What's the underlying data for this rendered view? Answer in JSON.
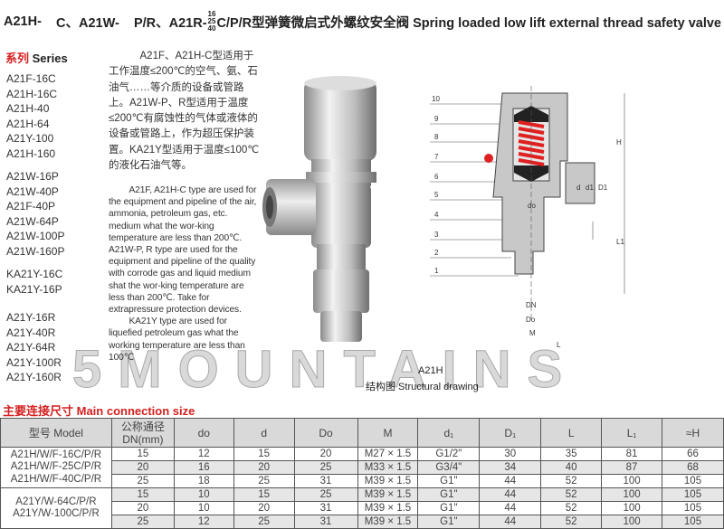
{
  "title": {
    "part1": "A21H-",
    "part2": "C、A21W-",
    "part3": "P/R、A21R-",
    "fraction": [
      "16",
      "25",
      "40"
    ],
    "part4": "C/P/R型弹簧微启式外螺纹安全阀 Spring loaded low lift external thread safety valve"
  },
  "series": {
    "heading_cn": "系列",
    "heading_en": "Series",
    "group1": [
      "A21F-16C",
      "A21H-16C",
      "A21H-40",
      "A21H-64",
      "A21Y-100",
      "A21H-160"
    ],
    "group2": [
      "A21W-16P",
      "A21W-40P",
      "A21F-40P",
      "A21W-64P",
      "A21W-100P",
      "A21W-160P"
    ],
    "group3": [
      "KA21Y-16C",
      "KA21Y-16P"
    ],
    "group4": [
      "A21Y-16R",
      "A21Y-40R",
      "A21Y-64R",
      "A21Y-100R",
      "A21Y-160R"
    ]
  },
  "description_cn": "A21F、A21H-C型适用于工作温度≤200℃的空气、氨、石油气……等介质的设备或管路上。A21W-P、R型适用于温度≤200℃有腐蚀性的气体或液体的设备或管路上，作为超压保护装置。KA21Y型适用于温度≤100℃的液化石油气等。",
  "description_en": [
    "A21F, A21H-C type are used for the equipment and pipeline of the air, ammonia, petroleum gas, etc. medium what the wor-king temperature are less than 200℃. A21W-P, R type are used for the equipment and pipeline of the quality with corrode gas and liquid medium shat the wor-king temperature are less than 200℃. Take for extrapressure protection devices.",
    "KA21Y type are used for liquefied petroleum gas what the working temperature are less than 100℃"
  ],
  "watermark": "5MOUNTAINS",
  "drawing": {
    "part_numbers": [
      "10",
      "9",
      "8",
      "7",
      "6",
      "5",
      "4",
      "3",
      "2",
      "1"
    ],
    "dims": {
      "H": "H",
      "L1": "L1",
      "d": "d",
      "d1": "d1",
      "D1": "D1",
      "do": "do",
      "DN": "DN",
      "Do": "Do",
      "M": "M",
      "L": "L"
    },
    "caption_model": "A21H",
    "caption": "结构图 Structural drawing",
    "spring_color": "#e02020"
  },
  "connection": {
    "title": "主要连接尺寸 Main connection size",
    "headers": [
      "型号 Model",
      "公称通径 DN(mm)",
      "do",
      "d",
      "Do",
      "M",
      "d₁",
      "D₁",
      "L",
      "L₁",
      "≈H"
    ],
    "groups": [
      {
        "models": [
          "A21H/W/F-16C/P/R",
          "A21H/W/F-25C/P/R",
          "A21H/W/F-40C/P/R"
        ],
        "rows": [
          [
            "15",
            "12",
            "15",
            "20",
            "M27 × 1.5",
            "G1/2\"",
            "30",
            "35",
            "81",
            "66"
          ],
          [
            "20",
            "16",
            "20",
            "25",
            "M33 × 1.5",
            "G3/4\"",
            "34",
            "40",
            "87",
            "68"
          ],
          [
            "25",
            "18",
            "25",
            "31",
            "M39 × 1.5",
            "G1\"",
            "44",
            "52",
            "100",
            "105"
          ]
        ]
      },
      {
        "models": [
          "A21Y/W-64C/P/R",
          "A21Y/W-100C/P/R"
        ],
        "rows": [
          [
            "15",
            "10",
            "15",
            "25",
            "M39 × 1.5",
            "G1\"",
            "44",
            "52",
            "100",
            "105"
          ],
          [
            "20",
            "10",
            "20",
            "31",
            "M39 × 1.5",
            "G1\"",
            "44",
            "52",
            "100",
            "105"
          ],
          [
            "25",
            "12",
            "25",
            "31",
            "M39 × 1.5",
            "G1\"",
            "44",
            "52",
            "100",
            "105"
          ]
        ]
      }
    ]
  }
}
